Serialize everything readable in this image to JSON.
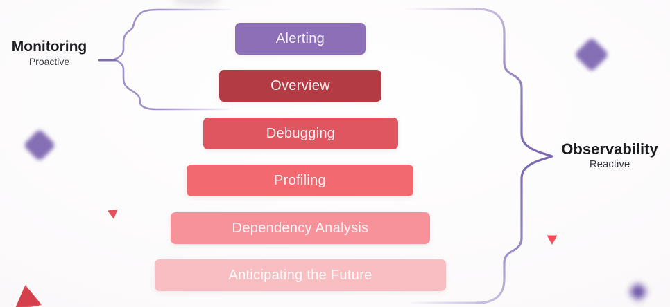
{
  "diagram": {
    "levels": [
      {
        "label": "Alerting",
        "color": "#8d6fb8",
        "text_color": "#f4eef9"
      },
      {
        "label": "Overview",
        "color": "#b23b44",
        "text_color": "#fdf0f1"
      },
      {
        "label": "Debugging",
        "color": "#e05660",
        "text_color": "#fdf1f2"
      },
      {
        "label": "Profiling",
        "color": "#f26a6f",
        "text_color": "#fdf2f3"
      },
      {
        "label": "Dependency Analysis",
        "color": "#f7929a",
        "text_color": "#fef5f6"
      },
      {
        "label": "Anticipating the Future",
        "color": "#f8bec2",
        "text_color": "#fefbfb"
      }
    ],
    "left_label": {
      "title": "Monitoring",
      "subtitle": "Proactive"
    },
    "right_label": {
      "title": "Observability",
      "subtitle": "Reactive"
    },
    "accents": {
      "brace_light": "#a090ca",
      "brace_lighter": "#c7bde0",
      "brace_mid": "#9383c0",
      "brace_dark": "#7b67b1",
      "connector": "#7d6cb2",
      "purple_shape": "#8670b5",
      "purple_dot": "#6c55a8",
      "red_shape": "#d4414c",
      "pink_shape": "#e4505c",
      "pink_shape2": "#ef4e58",
      "smudge_gray": "#d8d4d8"
    }
  }
}
